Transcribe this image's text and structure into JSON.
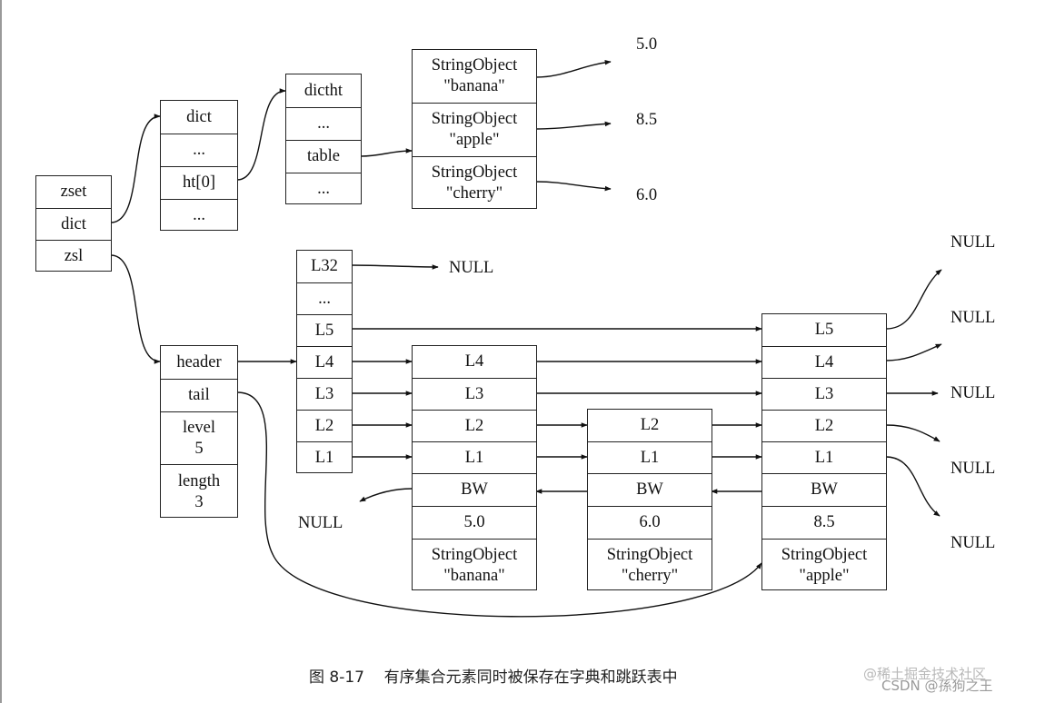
{
  "zset": {
    "zset": "zset",
    "dict": "dict",
    "zsl": "zsl"
  },
  "dict_box": {
    "dict": "dict",
    "dots1": "...",
    "ht0": "ht[0]",
    "dots2": "..."
  },
  "dictht_box": {
    "dictht": "dictht",
    "dots1": "...",
    "table": "table",
    "dots2": "..."
  },
  "table_entries": [
    {
      "line1": "StringObject",
      "line2": "\"banana\"",
      "score": "5.0"
    },
    {
      "line1": "StringObject",
      "line2": "\"apple\"",
      "score": "8.5"
    },
    {
      "line1": "StringObject",
      "line2": "\"cherry\"",
      "score": "6.0"
    }
  ],
  "header_levels": [
    "L32",
    "...",
    "L5",
    "L4",
    "L3",
    "L2",
    "L1"
  ],
  "zsl_box": {
    "header": "header",
    "tail": "tail",
    "level_label": "level",
    "level_value": "5",
    "length_label": "length",
    "length_value": "3"
  },
  "nodes": {
    "banana": {
      "levels": [
        "L4",
        "L3",
        "L2",
        "L1"
      ],
      "bw": "BW",
      "score": "5.0",
      "obj_line1": "StringObject",
      "obj_line2": "\"banana\""
    },
    "cherry": {
      "levels": [
        "L2",
        "L1"
      ],
      "bw": "BW",
      "score": "6.0",
      "obj_line1": "StringObject",
      "obj_line2": "\"cherry\""
    },
    "apple": {
      "levels": [
        "L5",
        "L4",
        "L3",
        "L2",
        "L1"
      ],
      "bw": "BW",
      "score": "8.5",
      "obj_line1": "StringObject",
      "obj_line2": "\"apple\""
    }
  },
  "null_text": "NULL",
  "caption": "图 8-17    有序集合元素同时被保存在字典和跳跃表中",
  "watermark": {
    "line1": "@稀土掘金技术社区",
    "line2": "CSDN @孫狗之王"
  }
}
